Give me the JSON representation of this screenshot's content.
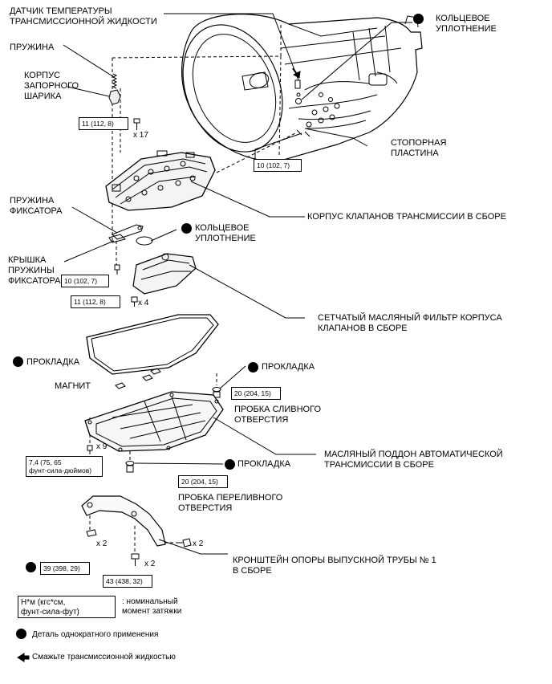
{
  "labels": {
    "fluid_temp_sensor": "ДАТЧИК ТЕМПЕРАТУРЫ\nТРАНСМИССИОННОЙ ЖИДКОСТИ",
    "o_ring_top": "КОЛЬЦЕВОЕ\nУПЛОТНЕНИЕ",
    "spring": "ПРУЖИНА",
    "check_ball_body": "КОРПУС\nЗАПОРНОГО\nШАРИКА",
    "lock_plate": "СТОПОРНАЯ\nПЛАСТИНА",
    "valve_body_assembly": "КОРПУС КЛАПАНОВ ТРАНСМИССИИ В СБОРЕ",
    "detent_spring": "ПРУЖИНА\nФИКСАТОРА",
    "o_ring_mid": "КОЛЬЦЕВОЕ\nУПЛОТНЕНИЕ",
    "detent_spring_cover": "КРЫШКА\nПРУЖИНЫ\nФИКСАТОРА",
    "strainer": "СЕТЧАТЫЙ МАСЛЯНЫЙ ФИЛЬТР КОРПУСА\nКЛАПАНОВ В СБОРЕ",
    "gasket_pan": "ПРОКЛАДКА",
    "gasket_drain": "ПРОКЛАДКА",
    "magnet": "МАГНИТ",
    "drain_plug": "ПРОБКА СЛИВНОГО\nОТВЕРСТИЯ",
    "oil_pan": "МАСЛЯНЫЙ ПОДДОН АВТОМАТИЧЕСКОЙ\nТРАНСМИССИИ В СБОРЕ",
    "gasket_overflow": "ПРОКЛАДКА",
    "overflow_plug": "ПРОБКА ПЕРЕЛИВНОГО\nОТВЕРСТИЯ",
    "bracket": "КРОНШТЕЙН ОПОРЫ ВЫПУСКНОЙ ТРУБЫ № 1\nВ СБОРЕ"
  },
  "torques": {
    "t_11_top": "11 (112, 8)",
    "t_10_lockplate": "10 (102, 7)",
    "t_10_cover": "10 (102, 7)",
    "t_11_strainer": "11 (112, 8)",
    "t_20_drain": "20 (204, 15)",
    "t_74_pan": "7,4 (75, 65\nфунт-сила-дюймов)",
    "t_20_overflow": "20 (204, 15)",
    "t_39_bracket": "39 (398, 29)",
    "t_43_bracket": "43 (438, 32)"
  },
  "counts": {
    "x17": "x 17",
    "x4": "x 4",
    "x9": "x 9",
    "x2_a": "x 2",
    "x2_b": "x 2",
    "x2_c": "x 2"
  },
  "legend": {
    "torque_unit": "Н*м (кгс*см,\nфунт-сила-фут)",
    "torque_desc": ": номинальный\nмомент затяжки",
    "non_reusable": "Деталь однократного применения",
    "apply_fluid": "Смажьте трансмиссионной жидкостью"
  },
  "colors": {
    "ink": "#000000",
    "background": "#ffffff"
  }
}
